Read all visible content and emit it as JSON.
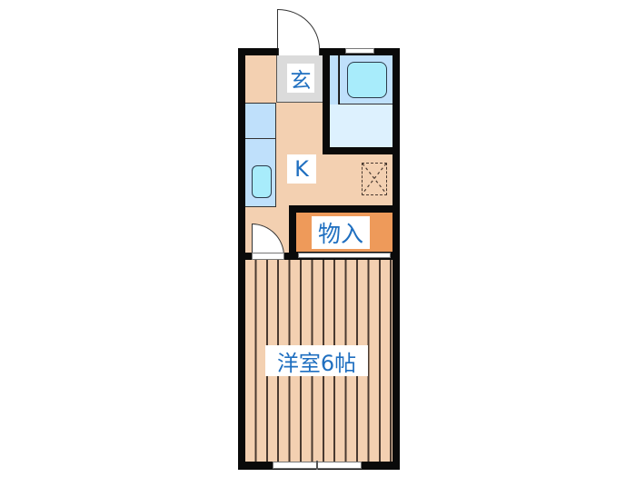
{
  "floorplan": {
    "rooms": {
      "entrance": {
        "label": "玄"
      },
      "kitchen": {
        "label": "K"
      },
      "storage": {
        "label": "物入"
      },
      "western_room": {
        "label": "洋室6帖"
      }
    },
    "colors": {
      "wall": "#0a0a0a",
      "floor_kitchen": "#f3d0b1",
      "entrance_tile": "#dbdbdb",
      "bath": "#bfe0fb",
      "storage": "#ee9a5a",
      "label_text": "#1f6fc0"
    }
  }
}
